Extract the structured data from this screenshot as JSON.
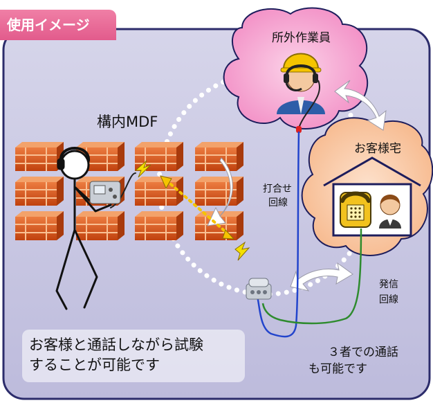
{
  "header": {
    "tag_label": "使用イメージ"
  },
  "labels": {
    "onsite_mdf": "構内MDF",
    "remote_worker": "所外作業員",
    "customer_home": "お客様宅",
    "meeting_line_1": "打合せ",
    "meeting_line_2": "回線",
    "call_line_1": "発信",
    "call_line_2": "回線"
  },
  "notes": {
    "test_while_calling_1": "お客様と通話しながら試験",
    "test_while_calling_2": "することが可能です",
    "three_party_1": "３者での通話",
    "three_party_2": "も可能です"
  },
  "colors": {
    "panel": "#c9c8e2",
    "tag": "#e85f92",
    "cloud_pink": "#f7a9d2",
    "cloud_peach": "#f8c8a2",
    "rack": "#d4541b",
    "blue_line": "#2244cc",
    "green_line": "#2e8b2e"
  }
}
